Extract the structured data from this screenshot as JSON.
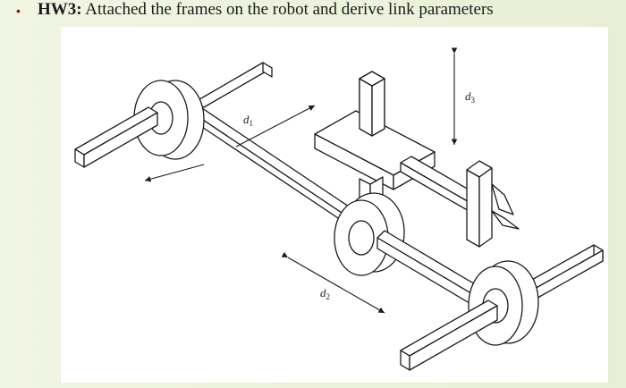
{
  "heading": {
    "bullet": "•",
    "prefix": "HW3:",
    "text": " Attached the frames on the robot and derive link parameters"
  },
  "figure": {
    "labels": {
      "d1": {
        "letter": "d",
        "sub": "1"
      },
      "d2": {
        "letter": "d",
        "sub": "2"
      },
      "d3": {
        "letter": "d",
        "sub": "3"
      }
    }
  },
  "colors": {
    "ink": "#1a1a1a",
    "slide_bg": "#eef3df",
    "panel_bg": "#ffffff"
  }
}
